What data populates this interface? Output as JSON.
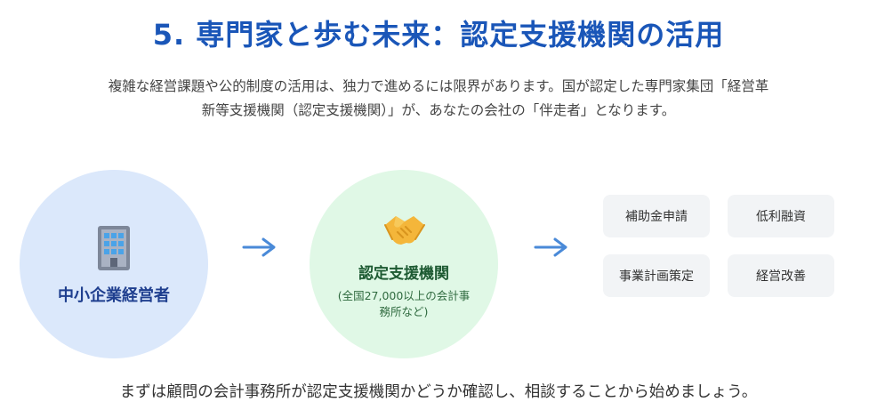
{
  "title": "5. 専門家と歩む未来：認定支援機関の活用",
  "intro": {
    "line1": "複雑な経営課題や公的制度の活用は、独力で進めるには限界があります。国が認定した専門家集団「経営革",
    "line2": "新等支援機関（認定支援機関）」が、あなたの会社の「伴走者」となります。"
  },
  "flow": {
    "sme": {
      "label": "中小企業経営者",
      "icon": "office-building-icon"
    },
    "agency": {
      "label": "認定支援機関",
      "sub": "(全国27,000以上の会計事務所など)",
      "icon": "handshake-icon"
    }
  },
  "services": [
    "補助金申請",
    "低利融資",
    "事業計画策定",
    "経営改善"
  ],
  "footer": "まずは顧問の会計事務所が認定支援機関かどうか確認し、相談することから始めましょう。",
  "colors": {
    "accent": "#1a56b8",
    "arrow": "#4a8ad8",
    "sme_bg": "#dbe8fb",
    "agency_bg": "#e0f8e6"
  }
}
